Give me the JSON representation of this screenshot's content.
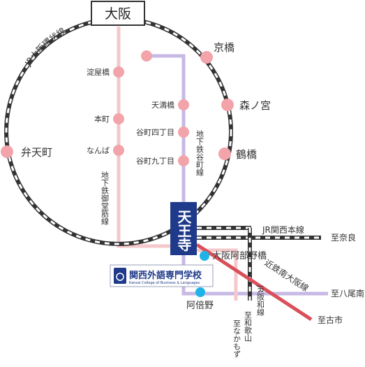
{
  "colors": {
    "loop_rail": "#333333",
    "pink_line": "#f5c8cb",
    "station_pink": "#f2a4aa",
    "purple_line": "#c7b9e4",
    "red_line": "#d9505a",
    "station_blue": "#1fb3e8",
    "tennoji_bg": "#1f3a8a",
    "school_blue": "#1f3a8a"
  },
  "title_box": {
    "label": "大阪"
  },
  "loop_line": {
    "label": "JR大阪環状線"
  },
  "loop_stations": [
    {
      "id": "kyobashi",
      "name": "京橋"
    },
    {
      "id": "morinomiya",
      "name": "森ノ宮"
    },
    {
      "id": "tsuruhashi",
      "name": "鶴橋"
    },
    {
      "id": "bentencho",
      "name": "弁天町"
    }
  ],
  "midosuji_stations": [
    {
      "id": "yodoyabashi",
      "name": "淀屋橋"
    },
    {
      "id": "honmachi",
      "name": "本町"
    },
    {
      "id": "namba",
      "name": "なんば"
    }
  ],
  "midosuji_label": "地下鉄御堂筋線",
  "tanimachi_stations": [
    {
      "id": "tenmabashi",
      "name": "天満橋"
    },
    {
      "id": "tanimachi4",
      "name": "谷町四丁目"
    },
    {
      "id": "tanimachi9",
      "name": "谷町九丁目"
    }
  ],
  "tanimachi_label": "地下鉄谷町線",
  "hub": {
    "name": "天王寺"
  },
  "rail_labels": {
    "kansai_main": "JR関西本線",
    "to_nara": "至奈良",
    "to_yao": "至八尾南",
    "to_furuichi": "至古市",
    "kintetsu": "近鉄南大阪線",
    "hanwa": "JR阪和線",
    "to_wakayama": "至和歌山",
    "to_nakamozu": "至なかもず"
  },
  "blue_stations": [
    {
      "id": "osaka-abenobashi",
      "name": "大阪阿部野橋"
    },
    {
      "id": "abeno",
      "name": "阿倍野"
    }
  ],
  "school": {
    "name": "関西外語専門学校",
    "english": "Kansai College of Business & Languages"
  }
}
